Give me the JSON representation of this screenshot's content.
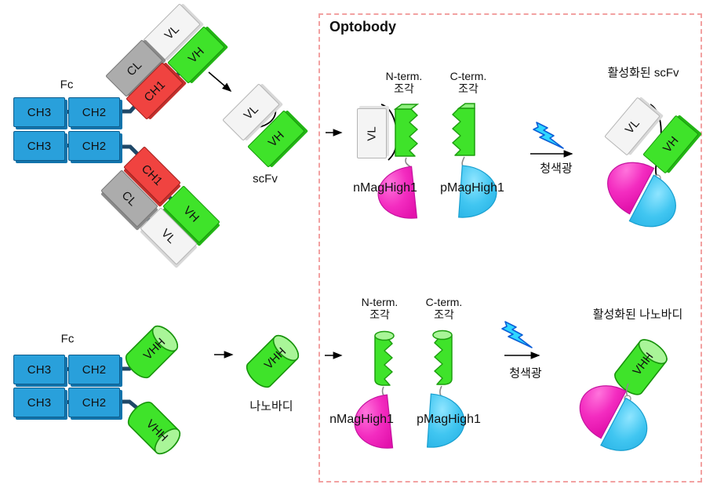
{
  "optobody": {
    "title": "Optobody",
    "nterm": "N-term.",
    "cterm": "C-term.",
    "fragment": "조각",
    "nmag": "nMagHigh1",
    "pmag": "pMagHigh1",
    "blue_light": "청색광",
    "activated_scfv": "활성화된 scFv",
    "activated_nanobody": "활성화된 나노바디"
  },
  "antibody": {
    "fc": "Fc",
    "scfv": "scFv",
    "nanobody": "나노바디"
  },
  "domains": {
    "ch3": "CH3",
    "ch2": "CH2",
    "ch1": "CH1",
    "cl": "CL",
    "vl": "VL",
    "vh": "VH",
    "vhh": "VHH"
  },
  "colors": {
    "domain_blue": "#29A0DB",
    "domain_red": "#F04340",
    "domain_gray": "#ACACAC",
    "domain_white": "#F4F4F4",
    "domain_green": "#3FE32A",
    "hinge_navy": "#1F4868",
    "nmag_magenta": "#F32CC0",
    "pmag_cyan": "#41C6F1",
    "bolt_cyan": "#2FD6FF",
    "panel_dash": "#F2A1A1"
  }
}
